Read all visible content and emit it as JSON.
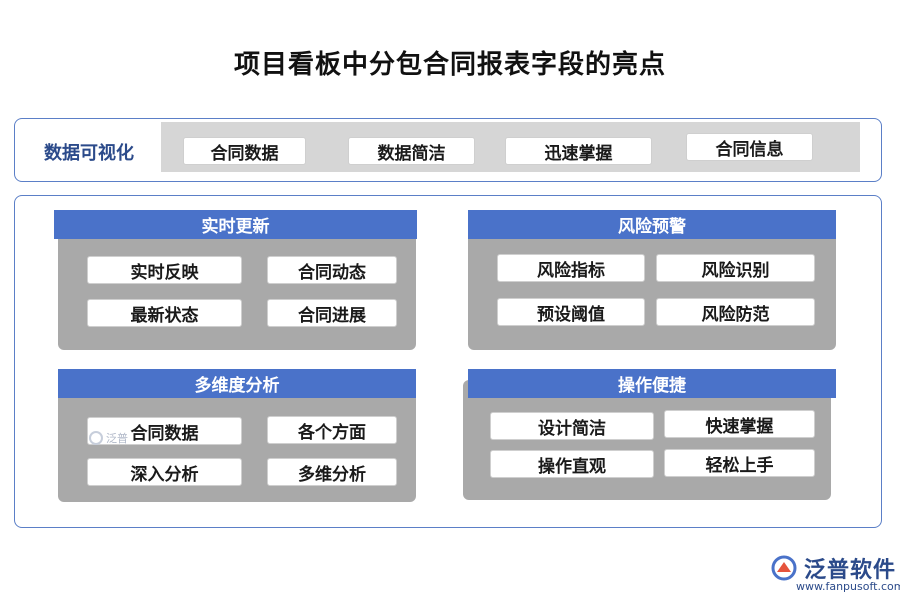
{
  "title": "项目看板中分包合同报表字段的亮点",
  "top_row": {
    "label": "数据可视化",
    "items": [
      "合同数据",
      "数据简洁",
      "迅速掌握",
      "合同信息"
    ]
  },
  "panels": [
    {
      "heading": "实时更新",
      "items": [
        "实时反映",
        "合同动态",
        "最新状态",
        "合同进展"
      ]
    },
    {
      "heading": "风险预警",
      "items": [
        "风险指标",
        "风险识别",
        "预设阈值",
        "风险防范"
      ]
    },
    {
      "heading": "多维度分析",
      "items": [
        "合同数据",
        "各个方面",
        "深入分析",
        "多维分析"
      ]
    },
    {
      "heading": "操作便捷",
      "items": [
        "设计简洁",
        "快速掌握",
        "操作直观",
        "轻松上手"
      ]
    }
  ],
  "watermark": {
    "small_text": "泛普"
  },
  "brand": {
    "name": "泛普软件",
    "url": "www.fanpusoft.com",
    "color": "#2b4a8a",
    "accent": "#4a72c9"
  }
}
